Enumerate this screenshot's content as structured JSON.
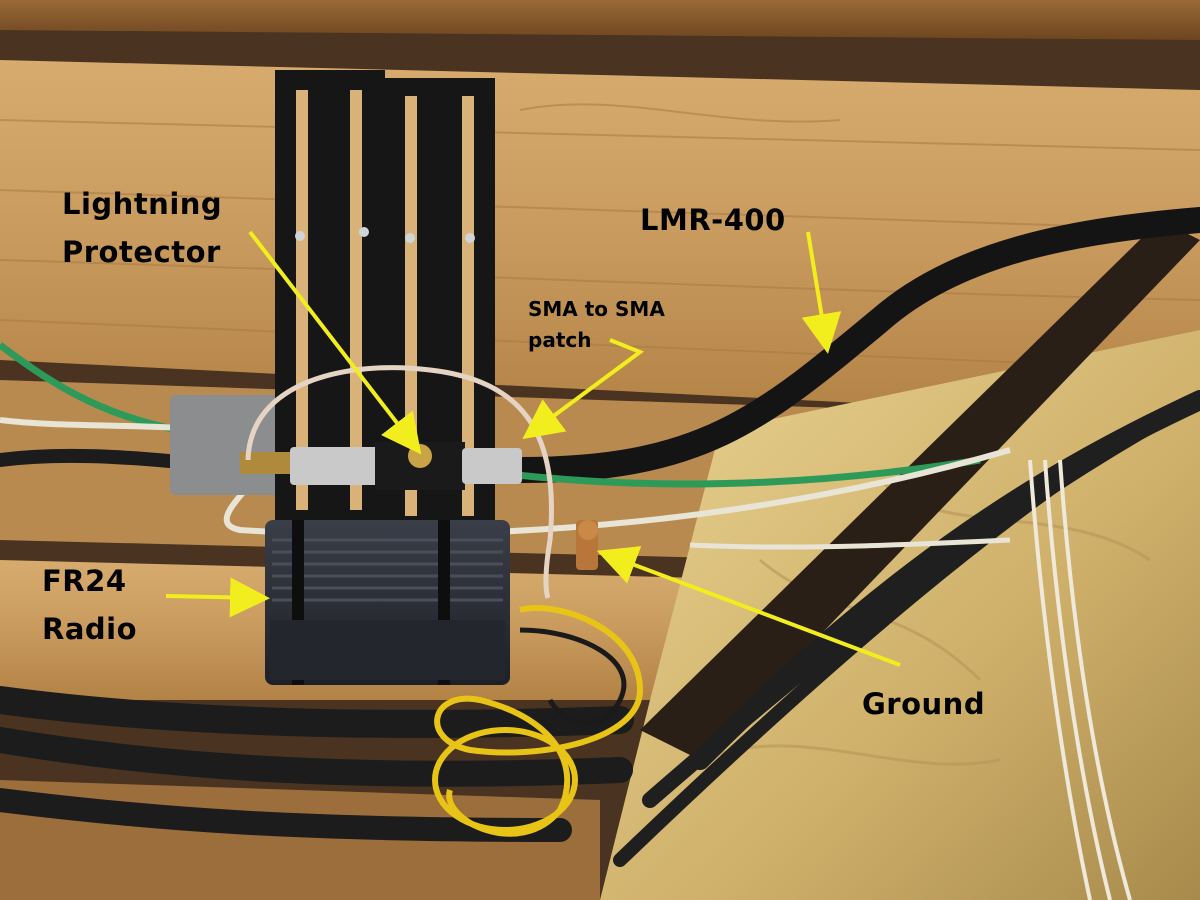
{
  "photo": {
    "subject": "Equipment installation mounted to wooden rafters with cabling",
    "colors": {
      "wood": "#c89a5e",
      "wood_dark": "#8a5e2e",
      "bracket": "#161616",
      "cable_black": "#1c1c1c",
      "cable_green": "#2e9a5a",
      "cable_white": "#e8e4d6",
      "cable_yellow": "#e8c417",
      "arrow_yellow": "#f2ee1e",
      "insulation": "#d9c07a",
      "radio_case": "#2a2d35"
    }
  },
  "callouts": {
    "lightning_protector": "Lightning\nProtector",
    "lmr400": "LMR-400",
    "sma_patch": "SMA to SMA\npatch",
    "fr24_radio": "FR24\nRadio",
    "ground": "Ground"
  }
}
